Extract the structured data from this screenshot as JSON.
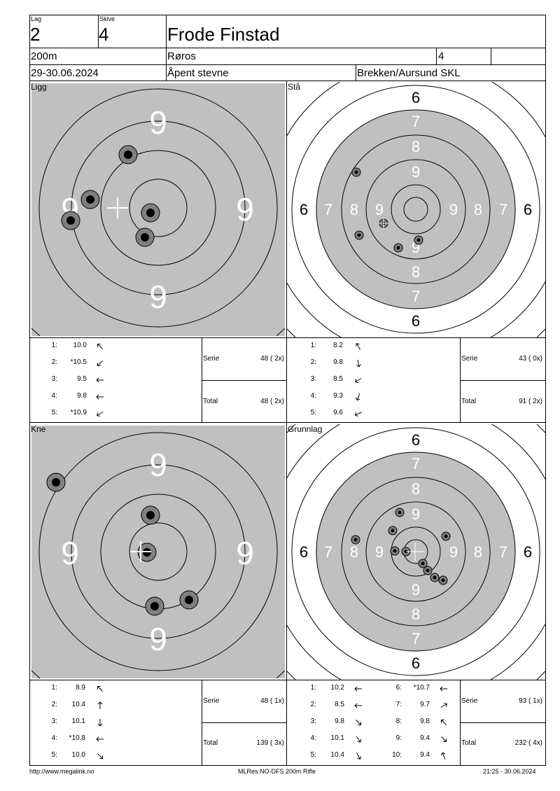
{
  "header": {
    "lag_caption": "Lag",
    "lag": "2",
    "skive_caption": "Skive",
    "skive": "4",
    "name": "Frode Finstad",
    "distance": "200m",
    "place": "Røros",
    "count": "4",
    "date": "29-30.06.2024",
    "event": "Åpent stevne",
    "club": "Brekken/Aursund SKL"
  },
  "colors": {
    "target_gray": "#c0c0c0",
    "shot_ring": "#808080",
    "shot_core": "#000000",
    "white": "#ffffff"
  },
  "panels": [
    {
      "id": "ligg",
      "title": "Ligg",
      "target_type": "zoom",
      "ring_numbers": [
        "9",
        "9",
        "9",
        "9"
      ],
      "shots": [
        {
          "num": "1:",
          "value": "10.0",
          "arrow_deg": 315
        },
        {
          "num": "2:",
          "value": "*10.5",
          "arrow_deg": 225
        },
        {
          "num": "3:",
          "value": "9.5",
          "arrow_deg": 270
        },
        {
          "num": "4:",
          "value": "9.8",
          "arrow_deg": 270
        },
        {
          "num": "5:",
          "value": "*10.9",
          "arrow_deg": 240
        }
      ],
      "serie_label": "Serie",
      "serie": "48 ( 2x)",
      "total_label": "Total",
      "total": "48 ( 2x)"
    },
    {
      "id": "sta",
      "title": "Stå",
      "target_type": "full",
      "ring_numbers": [
        "6",
        "7",
        "8",
        "9"
      ],
      "shots": [
        {
          "num": "1:",
          "value": "8.2",
          "arrow_deg": 330
        },
        {
          "num": "2:",
          "value": "9.8",
          "arrow_deg": 170
        },
        {
          "num": "3:",
          "value": "8.5",
          "arrow_deg": 240
        },
        {
          "num": "4:",
          "value": "9.3",
          "arrow_deg": 200
        },
        {
          "num": "5:",
          "value": "9.6",
          "arrow_deg": 245
        }
      ],
      "serie_label": "Serie",
      "serie": "43 ( 0x)",
      "total_label": "Total",
      "total": "91 ( 2x)"
    },
    {
      "id": "kne",
      "title": "Kne",
      "target_type": "zoom",
      "ring_numbers": [
        "9",
        "9",
        "9",
        "9"
      ],
      "shots": [
        {
          "num": "1:",
          "value": "8.9",
          "arrow_deg": 315
        },
        {
          "num": "2:",
          "value": "10.4",
          "arrow_deg": 0
        },
        {
          "num": "3:",
          "value": "10.1",
          "arrow_deg": 180
        },
        {
          "num": "4:",
          "value": "*10.8",
          "arrow_deg": 270
        },
        {
          "num": "5:",
          "value": "10.0",
          "arrow_deg": 135
        }
      ],
      "serie_label": "Serie",
      "serie": "48 ( 1x)",
      "total_label": "Total",
      "total": "139 ( 3x)"
    },
    {
      "id": "grunnlag",
      "title": "Grunnlag",
      "target_type": "full",
      "ring_numbers": [
        "6",
        "7",
        "8",
        "9"
      ],
      "shots": [
        {
          "num": "1:",
          "value": "10.2",
          "arrow_deg": 270
        },
        {
          "num": "2:",
          "value": "8.5",
          "arrow_deg": 270
        },
        {
          "num": "3:",
          "value": "9.8",
          "arrow_deg": 135
        },
        {
          "num": "4:",
          "value": "10.1",
          "arrow_deg": 145
        },
        {
          "num": "5:",
          "value": "10.4",
          "arrow_deg": 150
        },
        {
          "num": "6:",
          "value": "*10.7",
          "arrow_deg": 270
        },
        {
          "num": "7:",
          "value": "9.7",
          "arrow_deg": 60
        },
        {
          "num": "8:",
          "value": "9.8",
          "arrow_deg": 315
        },
        {
          "num": "9:",
          "value": "9.4",
          "arrow_deg": 135
        },
        {
          "num": "10:",
          "value": "9.4",
          "arrow_deg": 340
        }
      ],
      "serie_label": "Serie",
      "serie": "93 ( 1x)",
      "total_label": "Total",
      "total": "232 ( 4x)"
    }
  ],
  "footer": {
    "url": "http://www.megalink.no",
    "program": "MLRes NO-DFS 200m Rifle",
    "timestamp": "21:25 - 30.06.2024"
  }
}
